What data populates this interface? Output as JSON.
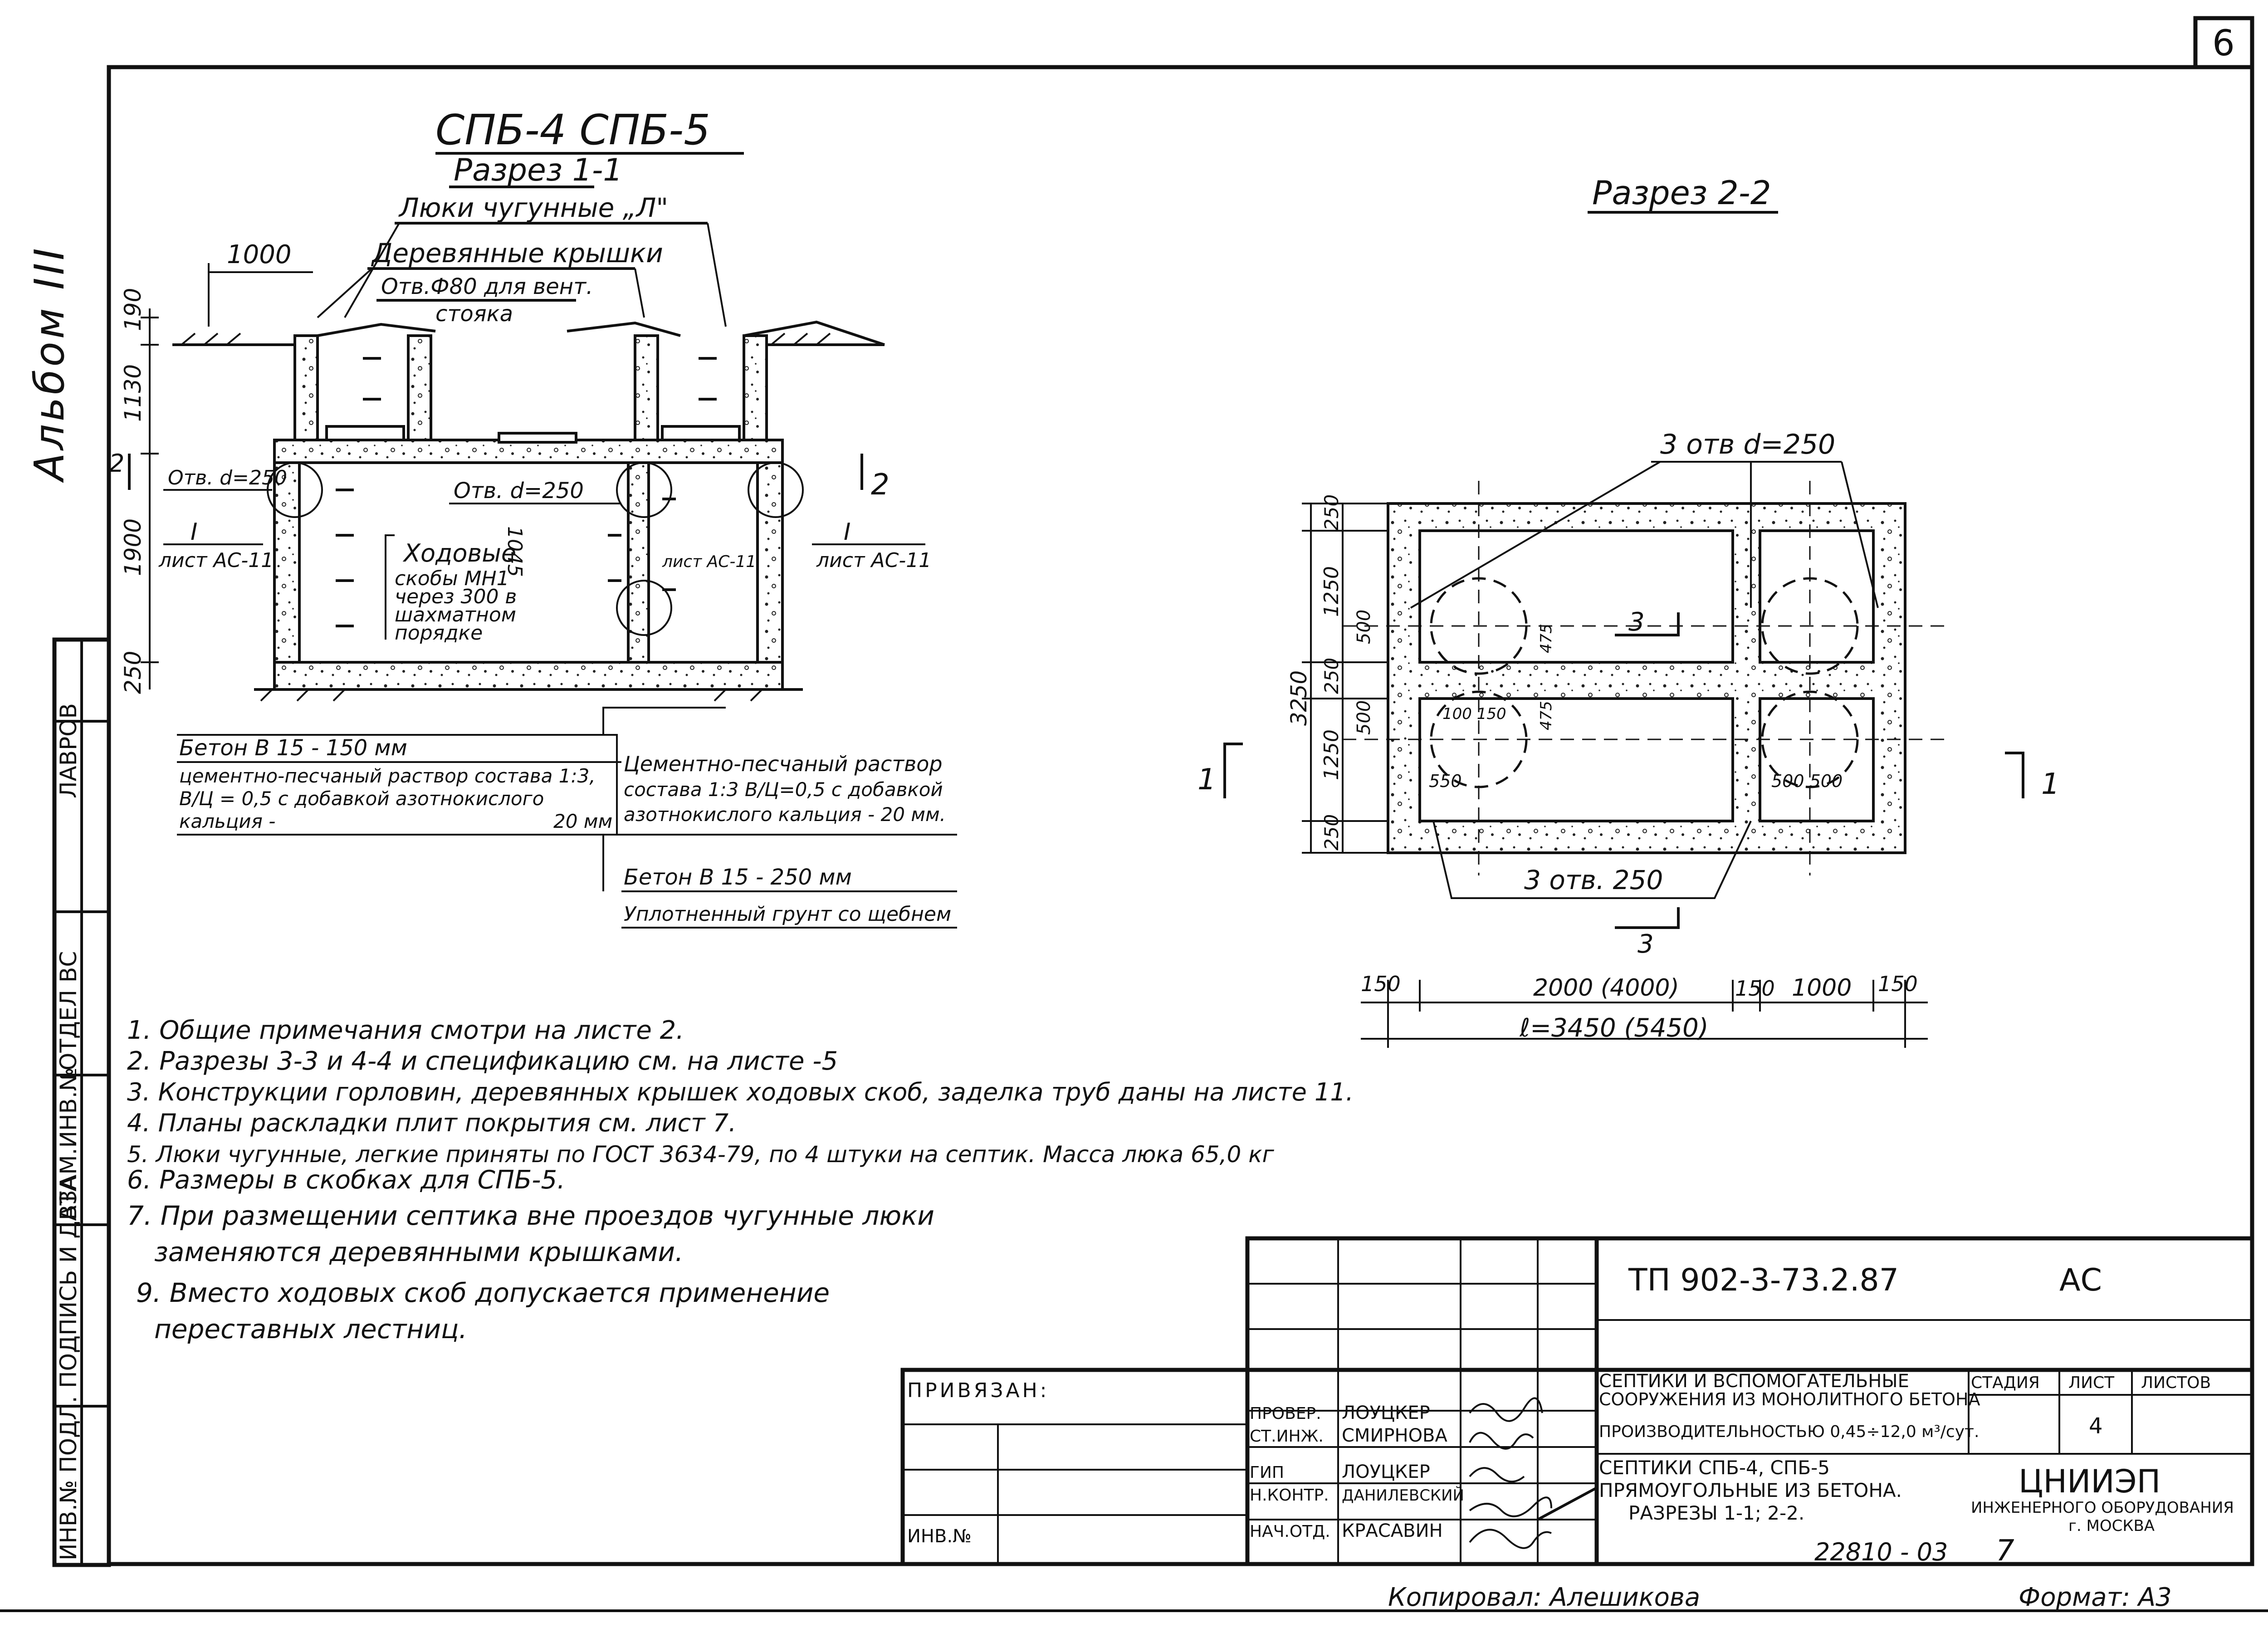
{
  "sheet_number": "6",
  "album_label": "Альбом III",
  "left_stamp": {
    "fields": [
      "ИНВ.№ ПОДЛ.",
      "ПОДПИСЬ И ДАТА",
      "ВЗАМ.ИНВ.№",
      "ОТДЕЛ ВС",
      "ЛАВРОВ"
    ]
  },
  "section_1": {
    "title": "СПБ-4  СПБ-5",
    "subtitle": "Разрез 1-1",
    "hatch_label": "Люки чугунные „Л\"",
    "wood_label": "Деревянные крышки",
    "vent_label_1": "Отв.Ф80 для вент.",
    "vent_label_2": "стояка",
    "dim_1000": "1000",
    "dim_190": "190",
    "dim_1130": "1130",
    "dim_1900": "1900",
    "dim_250": "250",
    "dim_1045": "1045",
    "hole_left": "Отв. d=250",
    "hole_mid": "Отв. d=250",
    "node_left": "I",
    "node_right": "I",
    "sheet_left": "лист АС-11",
    "sheet_mid": "лист АС-11",
    "sheet_right": "лист АС-11",
    "steps_1": "Ходовые",
    "steps_2": "скобы МН1",
    "steps_3": "через 300 в",
    "steps_4": "шахматном",
    "steps_5": "порядке",
    "cut_mark_left": "2",
    "cut_mark_right": "2",
    "bottom_left_1": "Бетон В 15        - 150 мм",
    "bottom_left_2": "цементно-песчаный раствор состава 1:3,",
    "bottom_left_3": "В/Ц = 0,5 с добавкой азотнокислого",
    "bottom_left_4": "кальция -",
    "bottom_left_5": "20 мм",
    "bottom_right_1": "Цементно-песчаный раствор",
    "bottom_right_2": "состава 1:3 В/Ц=0,5 с добавкой",
    "bottom_right_3": "азотнокислого кальция - 20 мм.",
    "bottom_right_4": "Бетон  В 15      - 250 мм",
    "bottom_right_5": "Уплотненный грунт со щебнем"
  },
  "section_2": {
    "title": "Разрез 2-2",
    "holes_top": "3 отв d=250",
    "holes_bottom": "3 отв. 250",
    "dim_250a": "250",
    "dim_1250a": "1250",
    "dim_250b": "250",
    "dim_1250b": "1250",
    "dim_250c": "250",
    "dim_3250": "3250",
    "dim_500a": "500",
    "dim_500b": "500",
    "dim_475a": "475",
    "dim_475b": "475",
    "dim_100_150": "100 150",
    "dim_550": "550",
    "dim_500_500": "500  500",
    "dim_150a": "150",
    "dim_2000": "2000 (4000)",
    "dim_150b": "150",
    "dim_1000": "1000",
    "dim_150c": "150",
    "dim_total": "ℓ=3450  (5450)",
    "cut_3_top": "3",
    "cut_3_bottom": "3",
    "cut_1_left": "1",
    "cut_1_right": "1"
  },
  "notes": [
    "1. Общие примечания смотри на листе 2.",
    "2. Разрезы 3-3 и 4-4 и спецификацию см. на листе -5",
    "3. Конструкции горловин, деревянных крышек ходовых скоб, заделка труб даны на листе 11.",
    "4. Планы раскладки плит покрытия см. лист 7.",
    "5. Люки чугунные, легкие приняты по ГОСТ 3634-79, по 4 штуки на септик. Масса люка 65,0 кг",
    "6. Размеры в скобках для СПБ-5.",
    "7. При размещении септика вне проездов чугунные люки",
    "заменяются деревянными крышками.",
    "9. Вместо ходовых скоб допускается применение",
    "переставных лестниц."
  ],
  "title_block": {
    "doc_code": "ТП 902-3-73.2.87",
    "doc_mark": "АС",
    "privyazan": "ПРИВЯЗАН:",
    "inv_no": "ИНВ.№",
    "roles": [
      "ПРОВЕР.",
      "СТ.ИНЖ.",
      "ГИП",
      "Н.КОНТР.",
      "НАЧ.ОТД."
    ],
    "names": [
      "ЛОУЦКЕР",
      "СМИРНОВА",
      "ЛОУЦКЕР",
      "ДАНИЛЕВСКИЙ",
      "КРАСАВИН"
    ],
    "desc_1": "СЕПТИКИ И ВСПОМОГАТЕЛЬНЫЕ",
    "desc_2": "СООРУЖЕНИЯ ИЗ МОНОЛИТНОГО БЕТОНА",
    "desc_3": "ПРОИЗВОДИТЕЛЬНОСТЬЮ 0,45÷12,0 м³/сут.",
    "desc_4": "СЕПТИКИ СПБ-4, СПБ-5",
    "desc_5": "ПРЯМОУГОЛЬНЫЕ ИЗ БЕТОНА.",
    "desc_6": "РАЗРЕЗЫ 1-1; 2-2.",
    "stage_label": "СТАДИЯ",
    "sheet_label": "ЛИСТ",
    "sheets_label": "ЛИСТОВ",
    "sheet_value": "4",
    "org_1": "ЦНИИЭП",
    "org_2": "ИНЖЕНЕРНОГО ОБОРУДОВАНИЯ",
    "org_3": "г. МОСКВА",
    "archive_no": "22810 - 03",
    "archive_sheet": "7"
  },
  "footer": {
    "copied": "Копировал: Алешикова",
    "format": "Формат: А3"
  }
}
